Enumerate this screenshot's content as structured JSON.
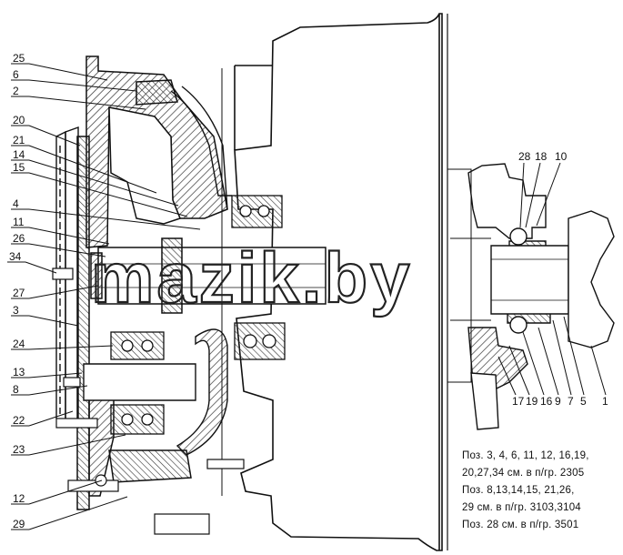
{
  "callouts_left": [
    {
      "label": "25",
      "target": "part-25"
    },
    {
      "label": "6",
      "target": "part-6"
    },
    {
      "label": "2",
      "target": "part-2"
    },
    {
      "label": "20",
      "target": "part-20"
    },
    {
      "label": "21",
      "target": "part-21"
    },
    {
      "label": "14",
      "target": "part-14"
    },
    {
      "label": "15",
      "target": "part-15"
    },
    {
      "label": "4",
      "target": "part-4"
    },
    {
      "label": "11",
      "target": "part-11"
    },
    {
      "label": "26",
      "target": "part-26"
    },
    {
      "label": "34",
      "target": "part-34"
    },
    {
      "label": "27",
      "target": "part-27"
    },
    {
      "label": "3",
      "target": "part-3"
    },
    {
      "label": "24",
      "target": "part-24"
    },
    {
      "label": "13",
      "target": "part-13"
    },
    {
      "label": "8",
      "target": "part-8"
    },
    {
      "label": "22",
      "target": "part-22"
    },
    {
      "label": "23",
      "target": "part-23"
    },
    {
      "label": "12",
      "target": "part-12"
    },
    {
      "label": "29",
      "target": "part-29"
    }
  ],
  "callouts_right_top": [
    {
      "label": "28"
    },
    {
      "label": "18"
    },
    {
      "label": "10"
    }
  ],
  "callouts_right_bottom": [
    {
      "label": "17"
    },
    {
      "label": "19"
    },
    {
      "label": "16"
    },
    {
      "label": "9"
    },
    {
      "label": "7"
    },
    {
      "label": "5"
    },
    {
      "label": "1"
    }
  ],
  "notes": [
    "Поз. 3, 4, 6, 11, 12, 16,19,",
    "20,27,34 см. в п/гр. 2305",
    "Поз. 8,13,14,15, 21,26,",
    "29 см. в п/гр. 3103,3104",
    "Поз. 28 см. в п/гр. 3501"
  ],
  "watermark": "mazik.by",
  "colors": {
    "ink": "#111111",
    "paper": "#ffffff",
    "hatch": "#333333"
  }
}
